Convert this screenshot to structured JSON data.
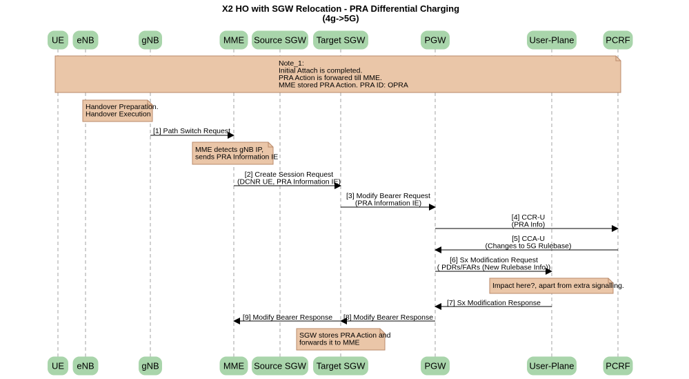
{
  "title": {
    "line1": "X2 HO with SGW Relocation - PRA Differential Charging",
    "line2": "(4g->5G)"
  },
  "colors": {
    "participant_fill": "#a9d5ab",
    "participant_stroke": "#a9d5ab",
    "note_fill": "#eac6a8",
    "note_stroke": "#b9896a",
    "lifeline": "#a0a0a0",
    "arrow": "#000000"
  },
  "participants": [
    "UE",
    "eNB",
    "gNB",
    "MME",
    "Source SGW",
    "Target SGW",
    "PGW",
    "User-Plane",
    "PCRF"
  ],
  "notes": [
    {
      "id": "note-1",
      "lines": [
        "Note_1:",
        "Initial Attach is completed.",
        "PRA Action is forwared till MME.",
        "MME stored PRA Action. PRA ID: OPRA"
      ]
    },
    {
      "id": "note-handover",
      "lines": [
        "Handover Preparation.",
        "Handover Execution"
      ]
    },
    {
      "id": "note-mme",
      "lines": [
        "MME detects gNB IP,",
        "sends PRA Information IE"
      ]
    },
    {
      "id": "note-impact",
      "lines": [
        "Impact here?, apart from extra signalling."
      ]
    },
    {
      "id": "note-sgw",
      "lines": [
        "SGW stores PRA Action and",
        "forwards it to MME"
      ]
    }
  ],
  "messages": [
    {
      "id": "msg-1",
      "lines": [
        "[1] Path Switch Request"
      ]
    },
    {
      "id": "msg-2",
      "lines": [
        "[2] Create Session Request",
        "(DCNR UE, PRA Information IE)"
      ]
    },
    {
      "id": "msg-3",
      "lines": [
        "[3] Modify Bearer Request",
        "(PRA Information IE)"
      ]
    },
    {
      "id": "msg-4",
      "lines": [
        "[4] CCR-U",
        "(PRA Info)"
      ]
    },
    {
      "id": "msg-5",
      "lines": [
        "[5] CCA-U",
        "(Changes to 5G Rulebase)"
      ]
    },
    {
      "id": "msg-6",
      "lines": [
        "[6] Sx Modification Request",
        "( PDRs/FARs (New Rulebase Info))"
      ]
    },
    {
      "id": "msg-7",
      "lines": [
        "[7] Sx Modification Response"
      ]
    },
    {
      "id": "msg-8",
      "lines": [
        "[8] Modify Bearer Response"
      ]
    },
    {
      "id": "msg-9",
      "lines": [
        "[9] Modify Bearer Response"
      ]
    }
  ]
}
